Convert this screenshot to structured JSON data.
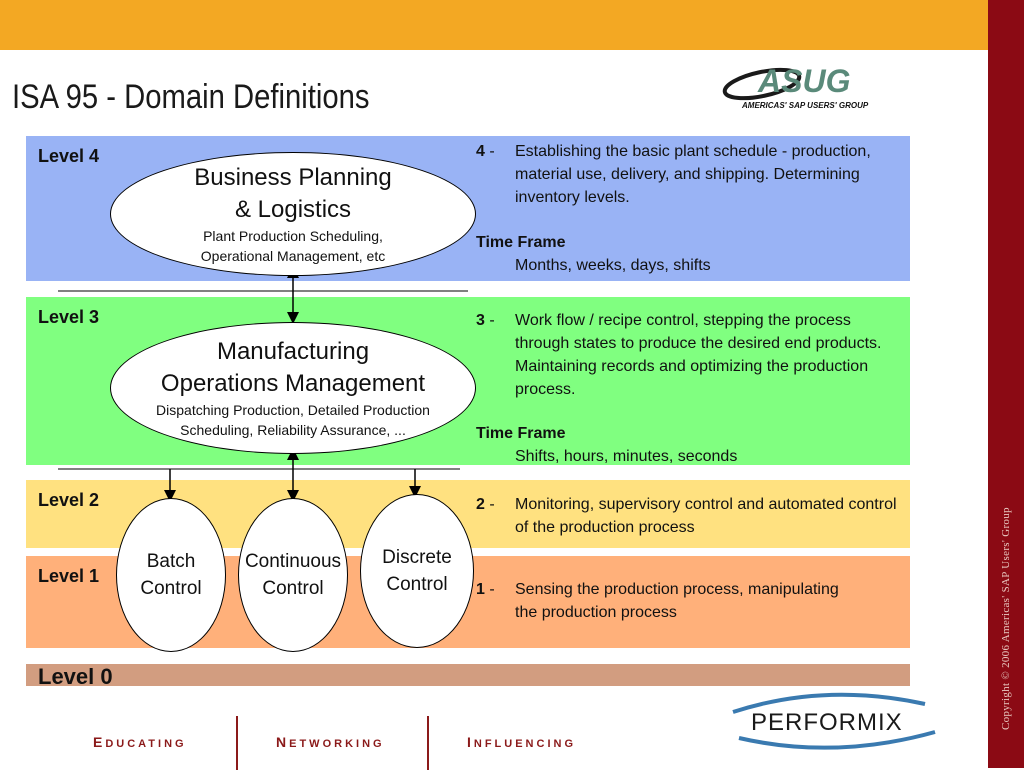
{
  "header": {
    "title": "ISA 95 - Domain Definitions",
    "logo_text": "ASUG",
    "logo_subtitle": "AMERICAS' SAP USERS' GROUP"
  },
  "colors": {
    "top_bar": "#f3a823",
    "right_bar": "#8b0a14",
    "level4": "#99b3f5",
    "level3": "#80ff80",
    "level2": "#ffe180",
    "level1": "#ffb07a",
    "level0": "#d29d80"
  },
  "levels": {
    "l4": "Level 4",
    "l3": "Level 3",
    "l2": "Level 2",
    "l1": "Level 1",
    "l0": "Level 0"
  },
  "nodes": {
    "bpl_title1": "Business Planning",
    "bpl_title2": "& Logistics",
    "bpl_sub1": "Plant Production Scheduling,",
    "bpl_sub2": "Operational Management, etc",
    "mom_title1": "Manufacturing",
    "mom_title2": "Operations Management",
    "mom_sub1": "Dispatching Production, Detailed Production",
    "mom_sub2": "Scheduling, Reliability Assurance, ...",
    "batch1": "Batch",
    "batch2": "Control",
    "cont1": "Continuous",
    "cont2": "Control",
    "disc1": "Discrete",
    "disc2": "Control"
  },
  "descriptions": {
    "d4_num": "4",
    "d4_dash": " -",
    "d4_text": "Establishing the basic plant schedule - production, material use, delivery, and shipping. Determining inventory levels.",
    "d4_tf_label": "Time Frame",
    "d4_tf_value": "Months, weeks, days, shifts",
    "d3_num": "3",
    "d3_dash": " -",
    "d3_text": "Work flow / recipe control, stepping the process through states to produce the desired end products. Maintaining records and optimizing the production process.",
    "d3_tf_label": "Time Frame",
    "d3_tf_value": "Shifts, hours, minutes, seconds",
    "d2_num": "2",
    "d2_dash": " -",
    "d2_text": "Monitoring, supervisory control and automated control of the production process",
    "d1_num": "1",
    "d1_dash": " -",
    "d1_text": "Sensing the production process, manipulating the production process"
  },
  "footer": {
    "educating_cap": "E",
    "educating_rest": "DUCATING",
    "networking_cap": "N",
    "networking_rest": "ETWORKING",
    "influencing_cap": "I",
    "influencing_rest": "NFLUENCING",
    "brand": "PERFORMIX"
  },
  "side": {
    "copyright": "Copyright © 2006 Americas' SAP Users' Group"
  }
}
